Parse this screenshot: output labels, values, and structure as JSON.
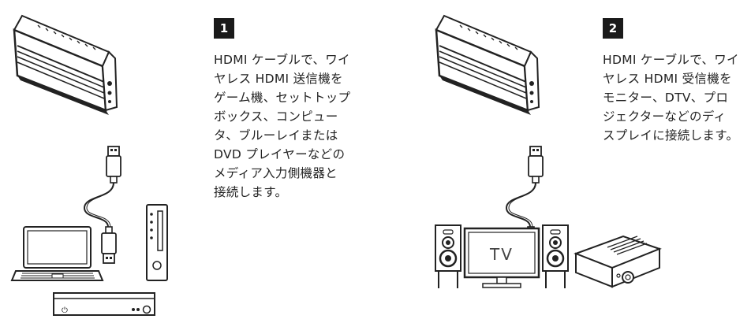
{
  "steps": [
    {
      "number": "1",
      "lines": [
        "HDMI ケーブルで、ワイ",
        "ヤレス HDMI 送信機を",
        "ゲーム機、セットトップ",
        "ボックス、コンピュー",
        "タ、ブルーレイまたは",
        "DVD プレイヤーなどの",
        "メディア入力側機器と",
        "接続します。"
      ]
    },
    {
      "number": "2",
      "lines": [
        "HDMI ケーブルで、ワイ",
        "ヤレス HDMI 受信機を",
        "モニター、DTV、プロ",
        "ジェクターなどのディ",
        "スプレイに接続します。"
      ]
    }
  ],
  "tv_label": "TV"
}
